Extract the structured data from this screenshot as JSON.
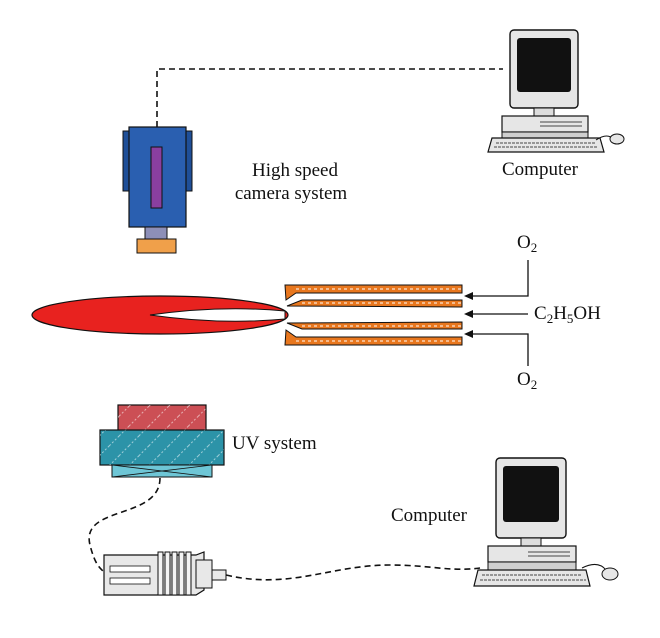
{
  "labels": {
    "camera": [
      "High speed",
      "camera system"
    ],
    "computer_top": "Computer",
    "computer_bottom": "Computer",
    "uv": "UV system",
    "oxygen": {
      "base": "O",
      "sub": "2"
    },
    "fuel": {
      "p1": "C",
      "s1": "2",
      "p2": "H",
      "s2": "5",
      "p3": "OH"
    }
  },
  "colors": {
    "flame": "#e8221f",
    "burner": "#e8771e",
    "camera_body": "#2a5fb0",
    "camera_slit": "#8a3fa0",
    "camera_lens": "#8d8fb8",
    "camera_base": "#f0a04a",
    "uv_top": "#cc4f55",
    "uv_middle": "#2c93a8",
    "uv_bottom": "#6ec6d6"
  }
}
